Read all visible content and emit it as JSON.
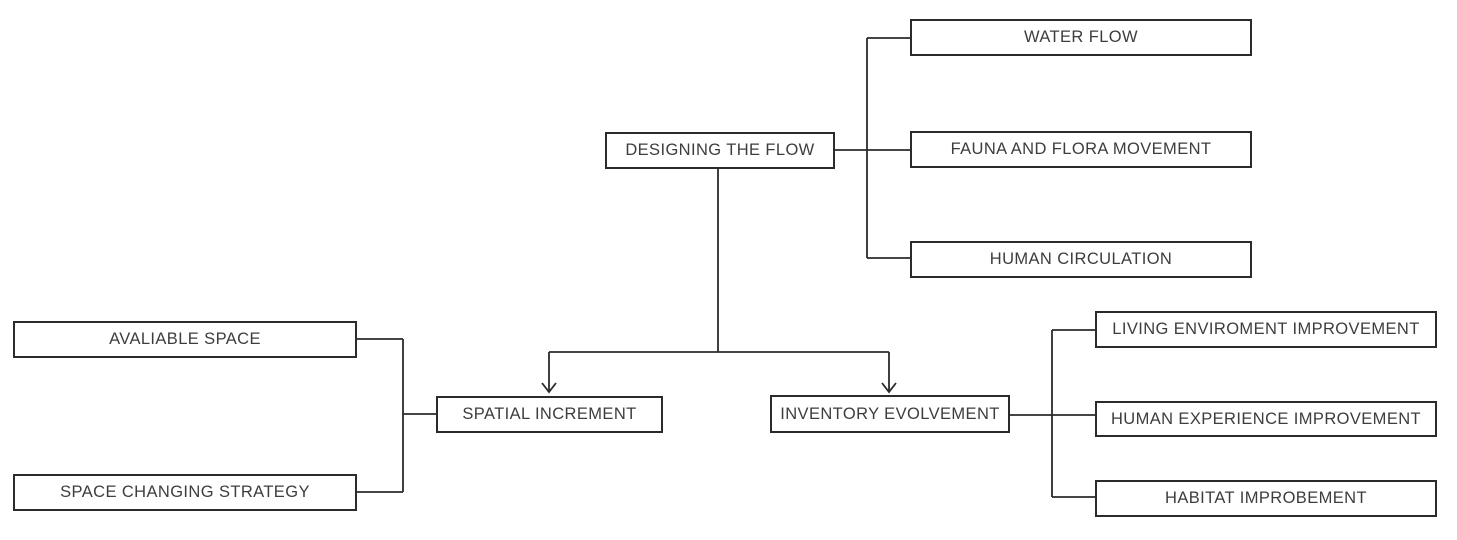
{
  "diagram": {
    "title": "designing-the-flow-concept-diagram",
    "root": {
      "label": "DESIGNING THE FLOW"
    },
    "flow_children": [
      {
        "label": "WATER FLOW"
      },
      {
        "label": "FAUNA AND FLORA MOVEMENT"
      },
      {
        "label": "HUMAN CIRCULATION"
      }
    ],
    "spatial_branch": {
      "node": {
        "label": "SPATIAL INCREMENT"
      },
      "inputs": [
        {
          "label": "AVALIABLE SPACE"
        },
        {
          "label": "SPACE CHANGING STRATEGY"
        }
      ]
    },
    "inventory_branch": {
      "node": {
        "label": "INVENTORY EVOLVEMENT"
      },
      "outputs": [
        {
          "label": "LIVING ENVIROMENT IMPROVEMENT"
        },
        {
          "label": "HUMAN EXPERIENCE IMPROVEMENT"
        },
        {
          "label": "HABITAT IMPROBEMENT"
        }
      ]
    },
    "edges": [
      {
        "from": "DESIGNING THE FLOW",
        "to": "WATER FLOW",
        "arrow": false
      },
      {
        "from": "DESIGNING THE FLOW",
        "to": "FAUNA AND FLORA MOVEMENT",
        "arrow": false
      },
      {
        "from": "DESIGNING THE FLOW",
        "to": "HUMAN CIRCULATION",
        "arrow": false
      },
      {
        "from": "DESIGNING THE FLOW",
        "to": "SPATIAL INCREMENT",
        "arrow": true
      },
      {
        "from": "DESIGNING THE FLOW",
        "to": "INVENTORY EVOLVEMENT",
        "arrow": true
      },
      {
        "from": "AVALIABLE SPACE",
        "to": "SPATIAL INCREMENT",
        "arrow": false
      },
      {
        "from": "SPACE CHANGING STRATEGY",
        "to": "SPATIAL INCREMENT",
        "arrow": false
      },
      {
        "from": "INVENTORY EVOLVEMENT",
        "to": "LIVING ENVIROMENT IMPROVEMENT",
        "arrow": false
      },
      {
        "from": "INVENTORY EVOLVEMENT",
        "to": "HUMAN EXPERIENCE IMPROVEMENT",
        "arrow": false
      },
      {
        "from": "INVENTORY EVOLVEMENT",
        "to": "HABITAT IMPROBEMENT",
        "arrow": false
      }
    ],
    "colors": {
      "line": "#2b2b2b",
      "box_border": "#2b2b2b",
      "text": "#3d3d3d",
      "background": "#ffffff"
    }
  }
}
